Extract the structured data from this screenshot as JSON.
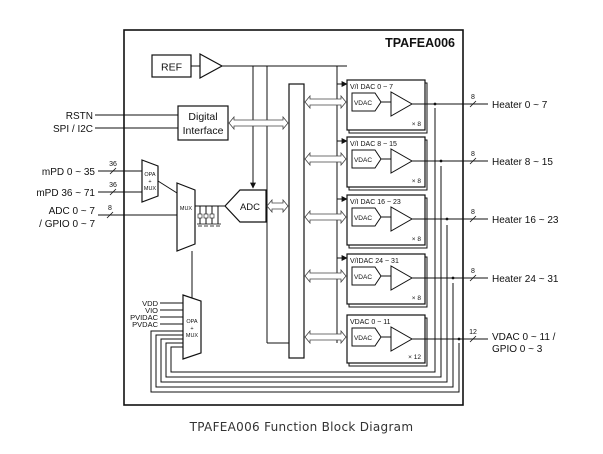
{
  "chip_name": "TPAFEA006",
  "caption": "TPAFEA006 Function Block Diagram",
  "blocks": {
    "ref": "REF",
    "digital_interface": [
      "Digital",
      "Interface"
    ],
    "adc": "ADC",
    "mux": "MUX",
    "opa_mux": [
      "OPA",
      "+",
      "MUX"
    ]
  },
  "left_signals": {
    "rstn": "RSTN",
    "spi_i2c": "SPI / I2C",
    "mpd_low": "mPD 0 ~ 35",
    "mpd_high": "mPD 36 ~ 71",
    "adc_gpio_1": "ADC 0 ~ 7",
    "adc_gpio_2": "/ GPIO 0 ~ 7",
    "bus_36_a": "36",
    "bus_36_b": "36",
    "bus_8": "8"
  },
  "supply_inputs": [
    "VDD",
    "VIO",
    "PVIDAC",
    "PVDAC"
  ],
  "dac_units": [
    {
      "title": "V/I DAC 0 ~ 7",
      "vdac": "VDAC",
      "mult": "× 8",
      "bus": "8",
      "output": "Heater 0 ~ 7"
    },
    {
      "title": "V/I DAC 8 ~ 15",
      "vdac": "VDAC",
      "mult": "× 8",
      "bus": "8",
      "output": "Heater 8 ~ 15"
    },
    {
      "title": "V/I DAC 16 ~ 23",
      "vdac": "VDAC",
      "mult": "× 8",
      "bus": "8",
      "output": "Heater 16 ~ 23"
    },
    {
      "title": "V/IDAC 24 ~ 31",
      "vdac": "VDAC",
      "mult": "× 8",
      "bus": "8",
      "output": "Heater 24 ~ 31"
    },
    {
      "title": "VDAC 0 ~ 11",
      "vdac": "VDAC",
      "mult": "× 12",
      "bus": "12",
      "output": [
        "VDAC 0 ~ 11 /",
        "GPIO 0 ~ 3"
      ]
    }
  ]
}
